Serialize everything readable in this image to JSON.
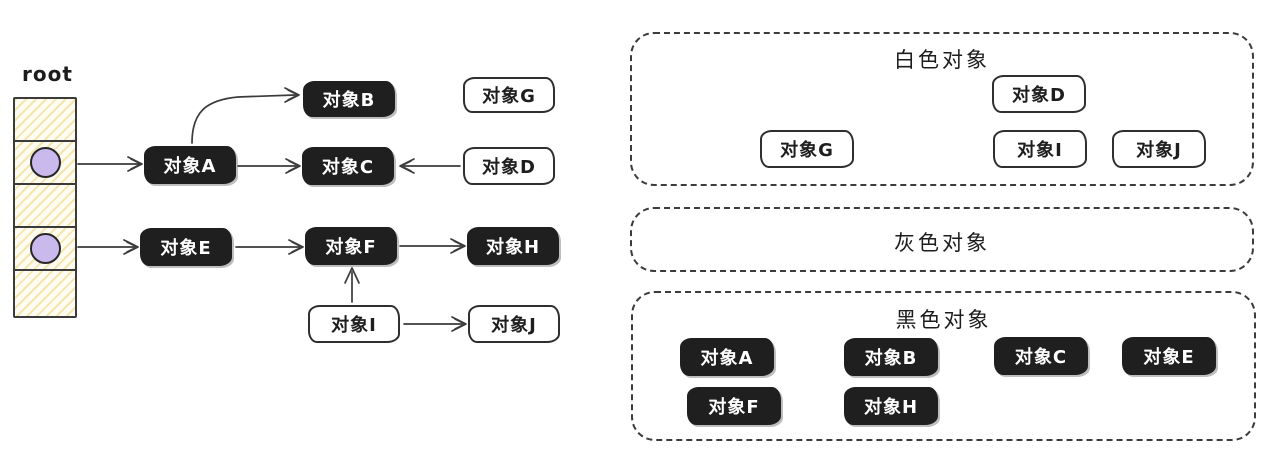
{
  "graph": {
    "root": {
      "label": "root",
      "cell_count": 5,
      "pointer_cells": [
        2,
        4
      ]
    },
    "nodes": [
      {
        "id": "A",
        "label": "对象A",
        "color": "black"
      },
      {
        "id": "B",
        "label": "对象B",
        "color": "black"
      },
      {
        "id": "C",
        "label": "对象C",
        "color": "black"
      },
      {
        "id": "D",
        "label": "对象D",
        "color": "white"
      },
      {
        "id": "E",
        "label": "对象E",
        "color": "black"
      },
      {
        "id": "F",
        "label": "对象F",
        "color": "black"
      },
      {
        "id": "G",
        "label": "对象G",
        "color": "white"
      },
      {
        "id": "H",
        "label": "对象H",
        "color": "black"
      },
      {
        "id": "I",
        "label": "对象I",
        "color": "white"
      },
      {
        "id": "J",
        "label": "对象J",
        "color": "white"
      }
    ],
    "edges": [
      "root→对象A",
      "root→对象E",
      "对象A→对象B",
      "对象A→对象C",
      "对象D→对象C",
      "对象E→对象F",
      "对象F→对象H",
      "对象I→对象F",
      "对象I→对象J"
    ]
  },
  "panels": [
    {
      "title": "白色对象",
      "items": [
        "对象G",
        "对象D",
        "对象I",
        "对象J"
      ]
    },
    {
      "title": "灰色对象",
      "items": []
    },
    {
      "title": "黑色对象",
      "items": [
        "对象A",
        "对象B",
        "对象C",
        "对象E",
        "对象F",
        "对象H"
      ]
    }
  ],
  "colors": {
    "ink": "#3b3b3b",
    "node_black": "#1f1f1f",
    "node_white": "#ffffff",
    "root_fill": "#fffdf2",
    "root_hatch": "#f0d88c",
    "pointer_dot": "#c9b9ed"
  }
}
